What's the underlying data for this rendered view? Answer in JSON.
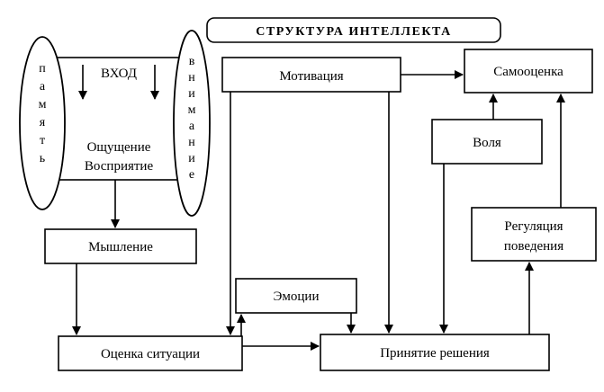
{
  "title": "СТРУКТУРА ИНТЕЛЛЕКТА",
  "input_label": "ВХОД",
  "left_oval": [
    "п",
    "а",
    "м",
    "я",
    "т",
    "ь"
  ],
  "right_oval": [
    "в",
    "н",
    "и",
    "м",
    "а",
    "н",
    "и",
    "е"
  ],
  "perception": {
    "line1": "Ощущение",
    "line2": "Восприятие"
  },
  "boxes": {
    "thinking": "Мышление",
    "situation": "Оценка ситуации",
    "emotions": "Эмоции",
    "decision": "Принятие решения",
    "motivation": "Мотивация",
    "self_esteem": "Самооценка",
    "will": "Воля",
    "regulation_line1": "Регуляция",
    "regulation_line2": "поведения"
  }
}
